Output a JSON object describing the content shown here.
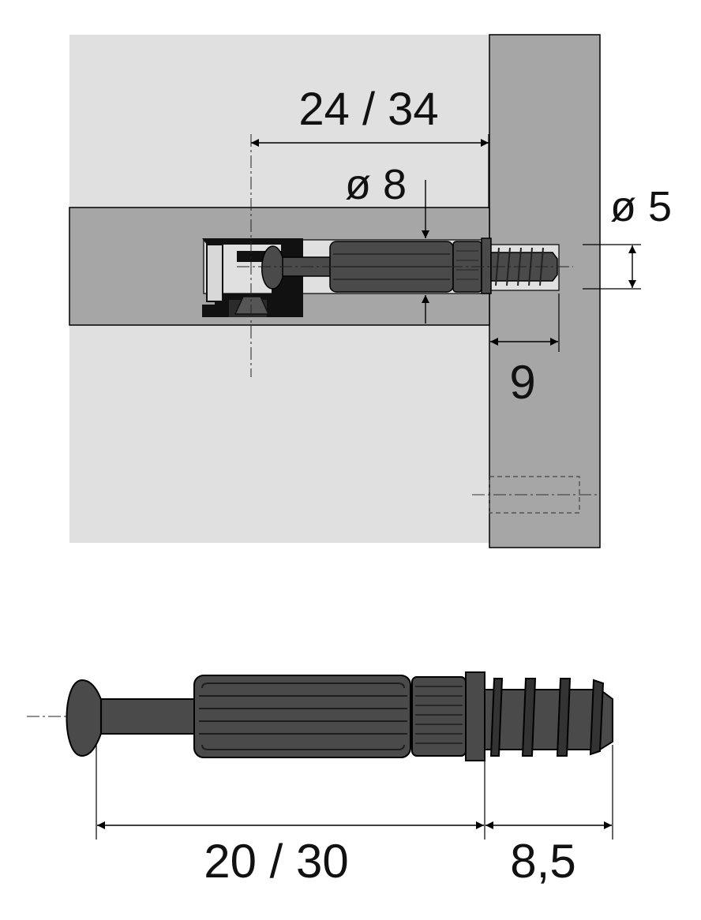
{
  "dimensions": {
    "connector_depth": "24 / 34",
    "sleeve_diameter": "ø 8",
    "thread_diameter": "ø 5",
    "thread_depth": "9",
    "bolt_length": "20 / 30",
    "thread_length": "8,5"
  },
  "colors": {
    "panel_light": "#e0e0e0",
    "panel_dark": "#a6a6a6",
    "bolt": "#4a4a4a",
    "bolt_dark": "#333333",
    "cam": "#111111",
    "line": "#000000"
  }
}
